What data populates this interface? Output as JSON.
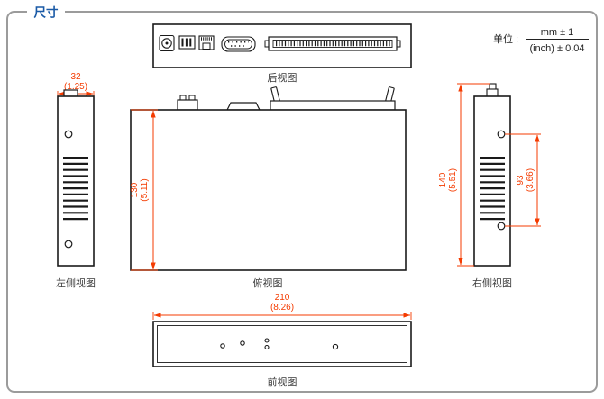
{
  "title": "尺寸",
  "colors": {
    "accent_blue": "#1a5aa6",
    "dimension_red": "#f43b00",
    "drawing_black": "#1a1a1a",
    "frame_gray": "#9b9b9b"
  },
  "unit": {
    "label": "单位 :",
    "metric": "mm ± 1",
    "imperial": "(inch) ± 0.04"
  },
  "views": {
    "rear": {
      "label": "后视图"
    },
    "left": {
      "label": "左侧视图",
      "dim_width_mm": "32",
      "dim_width_inch": "(1.25)"
    },
    "top": {
      "label": "俯视图",
      "dim_depth_mm": "130",
      "dim_depth_inch": "(5.11)"
    },
    "right": {
      "label": "右侧视图",
      "dim_height_mm": "140",
      "dim_height_inch": "(5.51)",
      "dim_screws_mm": "93",
      "dim_screws_inch": "(3.66)"
    },
    "front": {
      "label": "前视图",
      "dim_width_mm": "210",
      "dim_width_inch": "(8.26)"
    }
  }
}
